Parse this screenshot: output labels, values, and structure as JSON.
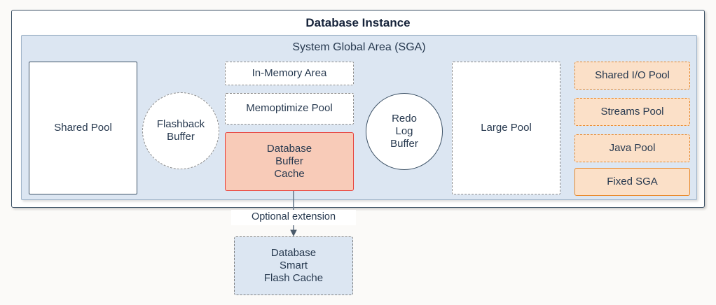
{
  "diagram": {
    "title": "Database Instance",
    "sga": {
      "title": "System Global Area (SGA)",
      "components": {
        "shared_pool": "Shared Pool",
        "flashback_buffer": "Flashback\nBuffer",
        "in_memory_area": "In-Memory Area",
        "memoptimize_pool": "Memoptimize Pool",
        "database_buffer_cache": "Database\nBuffer\nCache",
        "redo_log_buffer": "Redo\nLog\nBuffer",
        "large_pool": "Large Pool",
        "shared_io_pool": "Shared I/O Pool",
        "streams_pool": "Streams Pool",
        "java_pool": "Java Pool",
        "fixed_sga": "Fixed SGA"
      }
    },
    "connector": {
      "label": "Optional extension"
    },
    "external": {
      "flash_cache": "Database\nSmart\nFlash Cache"
    },
    "colors": {
      "sga_background": "#dce6f2",
      "instance_border": "#3d5266",
      "buffer_cache_fill": "#f8cbb8",
      "buffer_cache_border": "#e8403a",
      "orange_fill": "#fbe0c8",
      "orange_border": "#e8892b",
      "dashed_gray": "#8b8b8b",
      "text": "#27394f",
      "page_background": "#fbfaf8"
    }
  }
}
